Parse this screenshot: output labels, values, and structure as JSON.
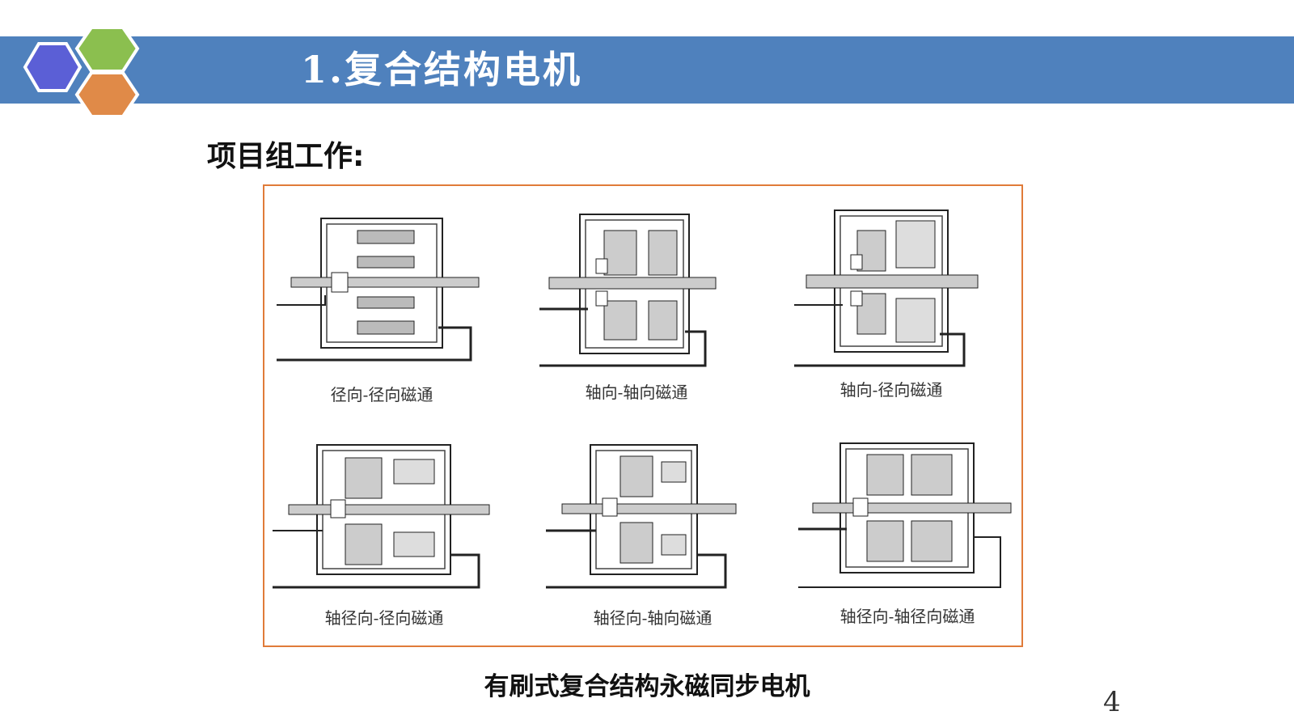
{
  "header": {
    "title": "1.复合结构电机",
    "bar_color": "#4f81bd",
    "logo_colors": [
      "#5b5fd6",
      "#8bbf4f",
      "#e08a48"
    ]
  },
  "section_heading": "项目组工作:",
  "figure": {
    "frame_color": "#e07b39",
    "diagrams": [
      {
        "caption": "径向-径向磁通",
        "icon": "radial-radial-motor-diagram"
      },
      {
        "caption": "轴向-轴向磁通",
        "icon": "axial-axial-motor-diagram"
      },
      {
        "caption": "轴向-径向磁通",
        "icon": "axial-radial-motor-diagram"
      },
      {
        "caption": "轴径向-径向磁通",
        "icon": "axial-radial-to-radial-motor-diagram"
      },
      {
        "caption": "轴径向-轴向磁通",
        "icon": "axial-radial-to-axial-motor-diagram"
      },
      {
        "caption": "轴径向-轴径向磁通",
        "icon": "axial-radial-to-axial-radial-motor-diagram"
      }
    ],
    "caption": "有刷式复合结构永磁同步电机"
  },
  "page_number": "4"
}
